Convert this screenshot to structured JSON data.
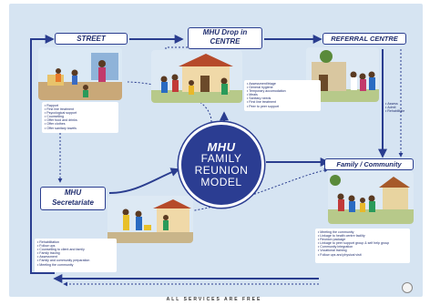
{
  "diagram": {
    "center": {
      "line1": "MHU",
      "line2": "FAMILY",
      "line3": "REUNION",
      "line4": "MODEL"
    },
    "nodes": {
      "street": "STREET",
      "drop_in_line1": "MHU Drop in",
      "drop_in_line2": "CENTRE",
      "referral": "REFERRAL CENTRE",
      "family": "Family / Community",
      "secretariat_line1": "MHU",
      "secretariat_line2": "Secretariate"
    },
    "lists": {
      "street": [
        "Rapport",
        "First line treatment",
        "Psycological support",
        "Counselling",
        "Offer food and drinks",
        "Offer clothes",
        "Offer sanitary towels"
      ],
      "drop_in": [
        "Assessment/triage",
        "General hygiene",
        "Temporary accomodation",
        "Meals",
        "Sanitary needs",
        "First line treatment",
        "Peer to peer support"
      ],
      "referral": [
        "Assess",
        "Admit",
        "Rehabilitate"
      ],
      "secretariat": [
        "Rehabilitation",
        "Follow ups",
        "Counselling to client and family",
        "Family tracing",
        "Assessment",
        "Family and community preparation",
        "Meeting the community"
      ],
      "family": [
        "Meeting the community",
        "Linkage to health centre facility",
        "Reunion package",
        "Linkage to peer support group & self help group",
        "Community integration",
        "Vocational training",
        "Follow ups and physical visit"
      ]
    },
    "footer": "ALL SERVICES ARE FREE"
  },
  "colors": {
    "background": "#d6e4f2",
    "accent": "#2b3d92",
    "arrow": "#2a3d8f"
  }
}
